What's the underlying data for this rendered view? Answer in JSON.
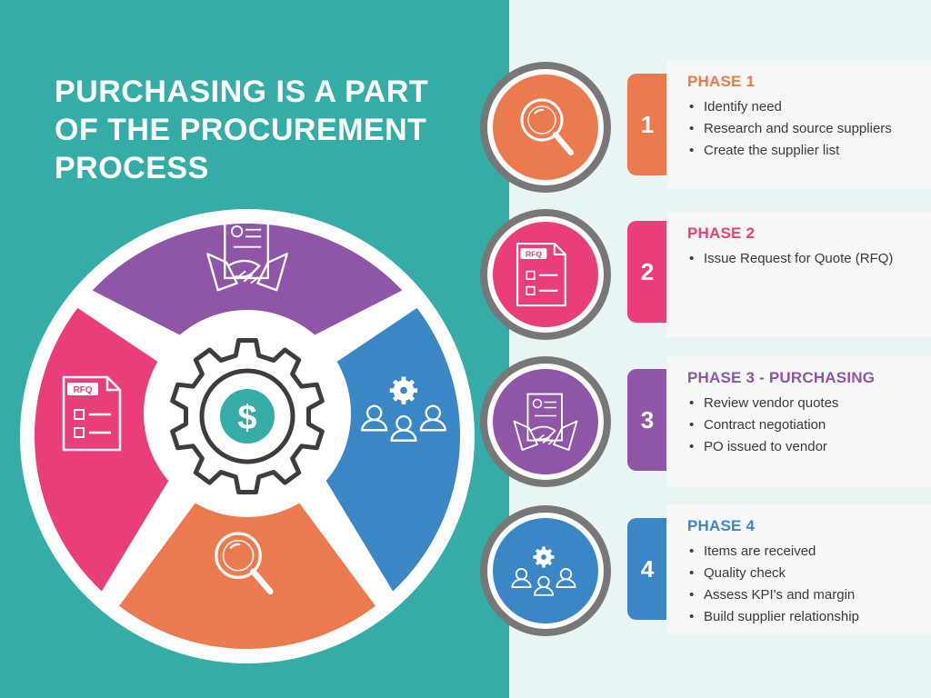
{
  "title": {
    "line1": "PURCHASING IS A PART",
    "line2": "OF THE PROCUREMENT",
    "line3": "PROCESS"
  },
  "colors": {
    "teal": "#35ada6",
    "panel": "#e9f4f4",
    "purple": "#8f55a6",
    "blue": "#3b86c5",
    "orange": "#ec7a4f",
    "pink": "#ea3e7a",
    "ring": "#777777"
  },
  "wheel": {
    "center_symbol": "$",
    "segment_icons": [
      "handshake-icon",
      "team-gear-icon",
      "magnifier-icon",
      "rfq-document-icon"
    ]
  },
  "phases": [
    {
      "number": "1",
      "heading": "PHASE 1",
      "icon": "magnifier-icon",
      "color": "#ec7a4f",
      "items": [
        "Identify need",
        "Research and source suppliers",
        "Create the supplier list"
      ]
    },
    {
      "number": "2",
      "heading": "PHASE 2",
      "icon": "rfq-document-icon",
      "icon_label": "RFQ",
      "color": "#ea3e7a",
      "items": [
        "Issue Request for Quote (RFQ)"
      ]
    },
    {
      "number": "3",
      "heading": "PHASE 3 - PURCHASING",
      "icon": "handshake-icon",
      "color": "#8f55a6",
      "items": [
        "Review vendor quotes",
        "Contract negotiation",
        "PO issued to vendor"
      ]
    },
    {
      "number": "4",
      "heading": "PHASE 4",
      "icon": "team-gear-icon",
      "color": "#3b86c5",
      "items": [
        "Items are received",
        "Quality check",
        "Assess KPI's and margin",
        "Build supplier relationship"
      ]
    }
  ]
}
